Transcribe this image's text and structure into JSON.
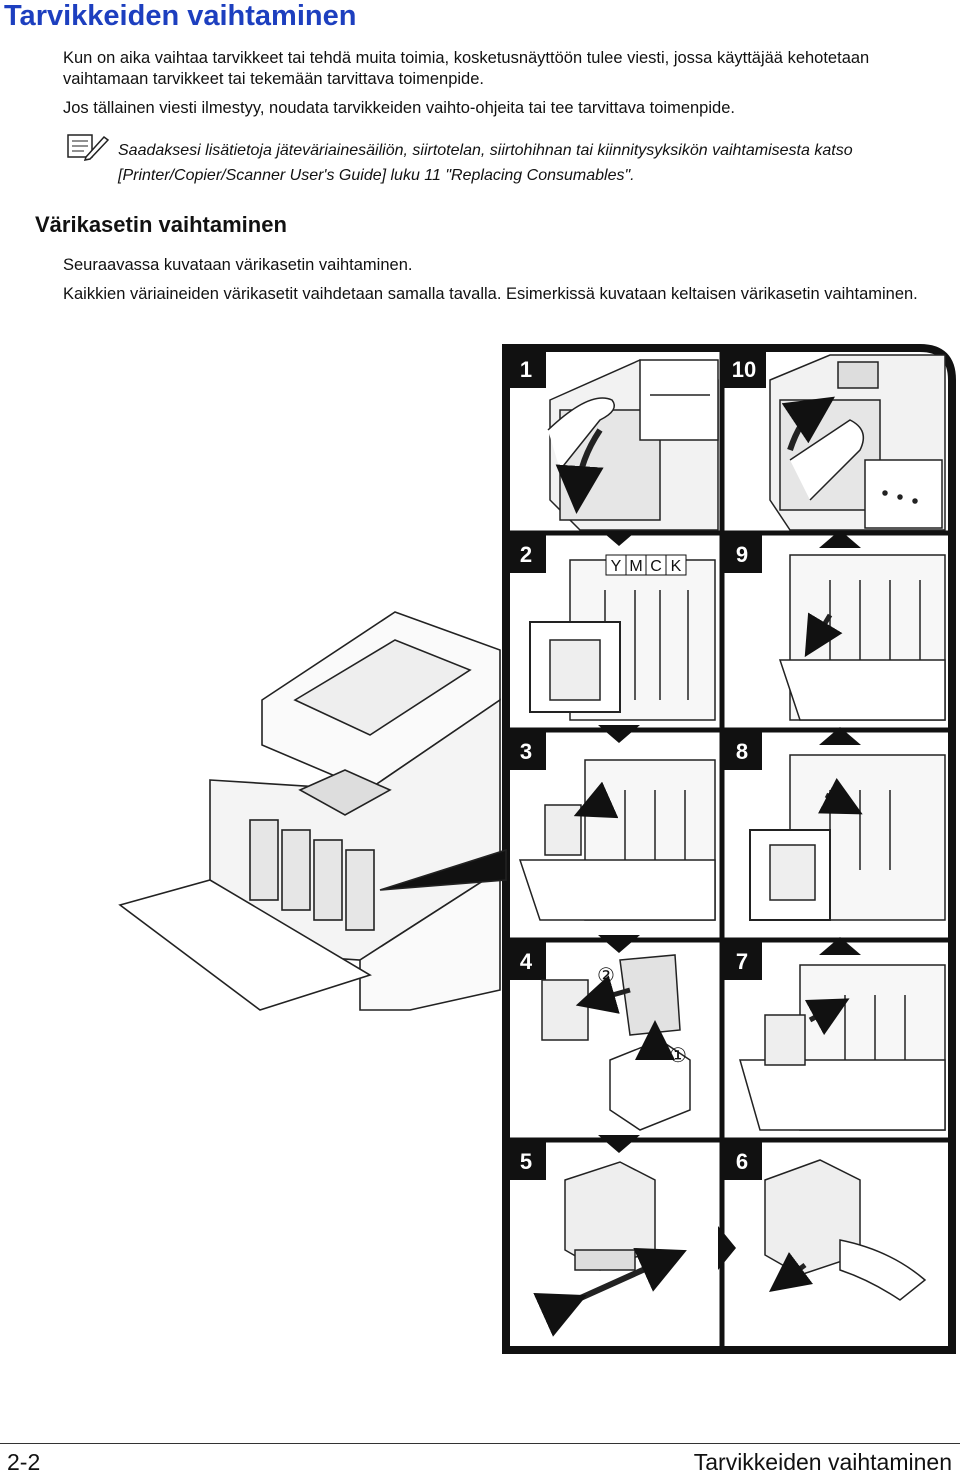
{
  "page": {
    "title": "Tarvikkeiden vaihtaminen",
    "intro_1": "Kun on aika vaihtaa tarvikkeet tai tehdä muita toimia, kosketusnäyttöön tulee viesti, jossa käyttäjää kehotetaan vaihtamaan tarvikkeet tai tekemään tarvittava toimenpide.",
    "intro_2": "Jos tällainen viesti ilmestyy, noudata tarvikkeiden vaihto-ohjeita tai tee tarvittava toimenpide.",
    "note": "Saadaksesi lisätietoja jäteväriainesäiliön, siirtotelan, siirtohihnan tai kiinnitysyksikön vaihtamisesta katso [Printer/Copier/Scanner User's Guide] luku 11 \"Replacing Consumables\"."
  },
  "section": {
    "heading": "Värikasetin vaihtaminen",
    "para_1": "Seuraavassa kuvataan värikasetin vaihtaminen.",
    "para_2": "Kaikkien väriaineiden värikasetit vaihdetaan samalla tavalla. Esimerkissä kuvataan keltaisen värikasetin vaihtaminen."
  },
  "figure": {
    "steps": [
      "1",
      "2",
      "3",
      "4",
      "5",
      "6",
      "7",
      "8",
      "9",
      "10"
    ],
    "color_labels": [
      "Y",
      "M",
      "C",
      "K"
    ],
    "callouts": [
      "②",
      "①"
    ],
    "icons": [
      "note-pencil-icon",
      "hand-icon",
      "arrow-icon",
      "toner-cartridge-icon",
      "printer-icon"
    ]
  },
  "footer": {
    "page_number": "2-2",
    "section_title": "Tarvikkeiden vaihtaminen"
  },
  "colors": {
    "title_blue": "#1d3fbf",
    "frame": "#111111"
  }
}
